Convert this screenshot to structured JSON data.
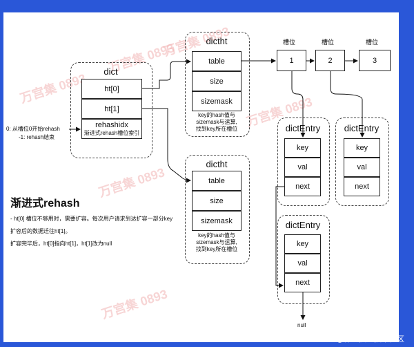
{
  "watermarks": {
    "mark_a": "万宫集 0893",
    "mark_b": "万宫集 0893",
    "mark_c": "万宫集 0893",
    "mark_d": "万宫集 0893",
    "mark_e": "万宫集 0893",
    "mark_f": "万宫集 0893"
  },
  "dict": {
    "title": "dict",
    "fields": [
      "ht[0]",
      "ht[1]",
      "rehashidx"
    ],
    "rehashidx_note": "渐进式rehash槽位索引",
    "side_note_line1": "0: 从槽位0开始rehash",
    "side_note_line2": "-1: rehash结束"
  },
  "dictht_top": {
    "title": "dictht",
    "fields": [
      "table",
      "size",
      "sizemask"
    ],
    "note": [
      "key的hash值与",
      "sizemask与运算,",
      "找到key所在槽位"
    ]
  },
  "dictht_bottom": {
    "title": "dictht",
    "fields": [
      "table",
      "size",
      "sizemask"
    ],
    "note": [
      "key的hash值与",
      "sizemask与运算,",
      "找到key所在槽位"
    ]
  },
  "slots": {
    "header": [
      "槽位",
      "槽位",
      "槽位"
    ],
    "values": [
      "1",
      "2",
      "3"
    ]
  },
  "entries": [
    {
      "title": "dictEntry",
      "fields": [
        "key",
        "val",
        "next"
      ]
    },
    {
      "title": "dictEntry",
      "fields": [
        "key",
        "val",
        "next"
      ]
    },
    {
      "title": "dictEntry",
      "fields": [
        "key",
        "val",
        "next"
      ]
    }
  ],
  "null_label": "null",
  "explanation": {
    "heading": "渐进式rehash",
    "line1": "- ht[0] 槽位不够用时，需要扩容。每次用户请求到达扩容一部分key",
    "line2": "扩容后的数据迁往ht[1]。",
    "line3": "扩容完毕后，ht[0]指向ht[1]，ht[1]改为null"
  },
  "footer": "@稀土掘金技术社区"
}
